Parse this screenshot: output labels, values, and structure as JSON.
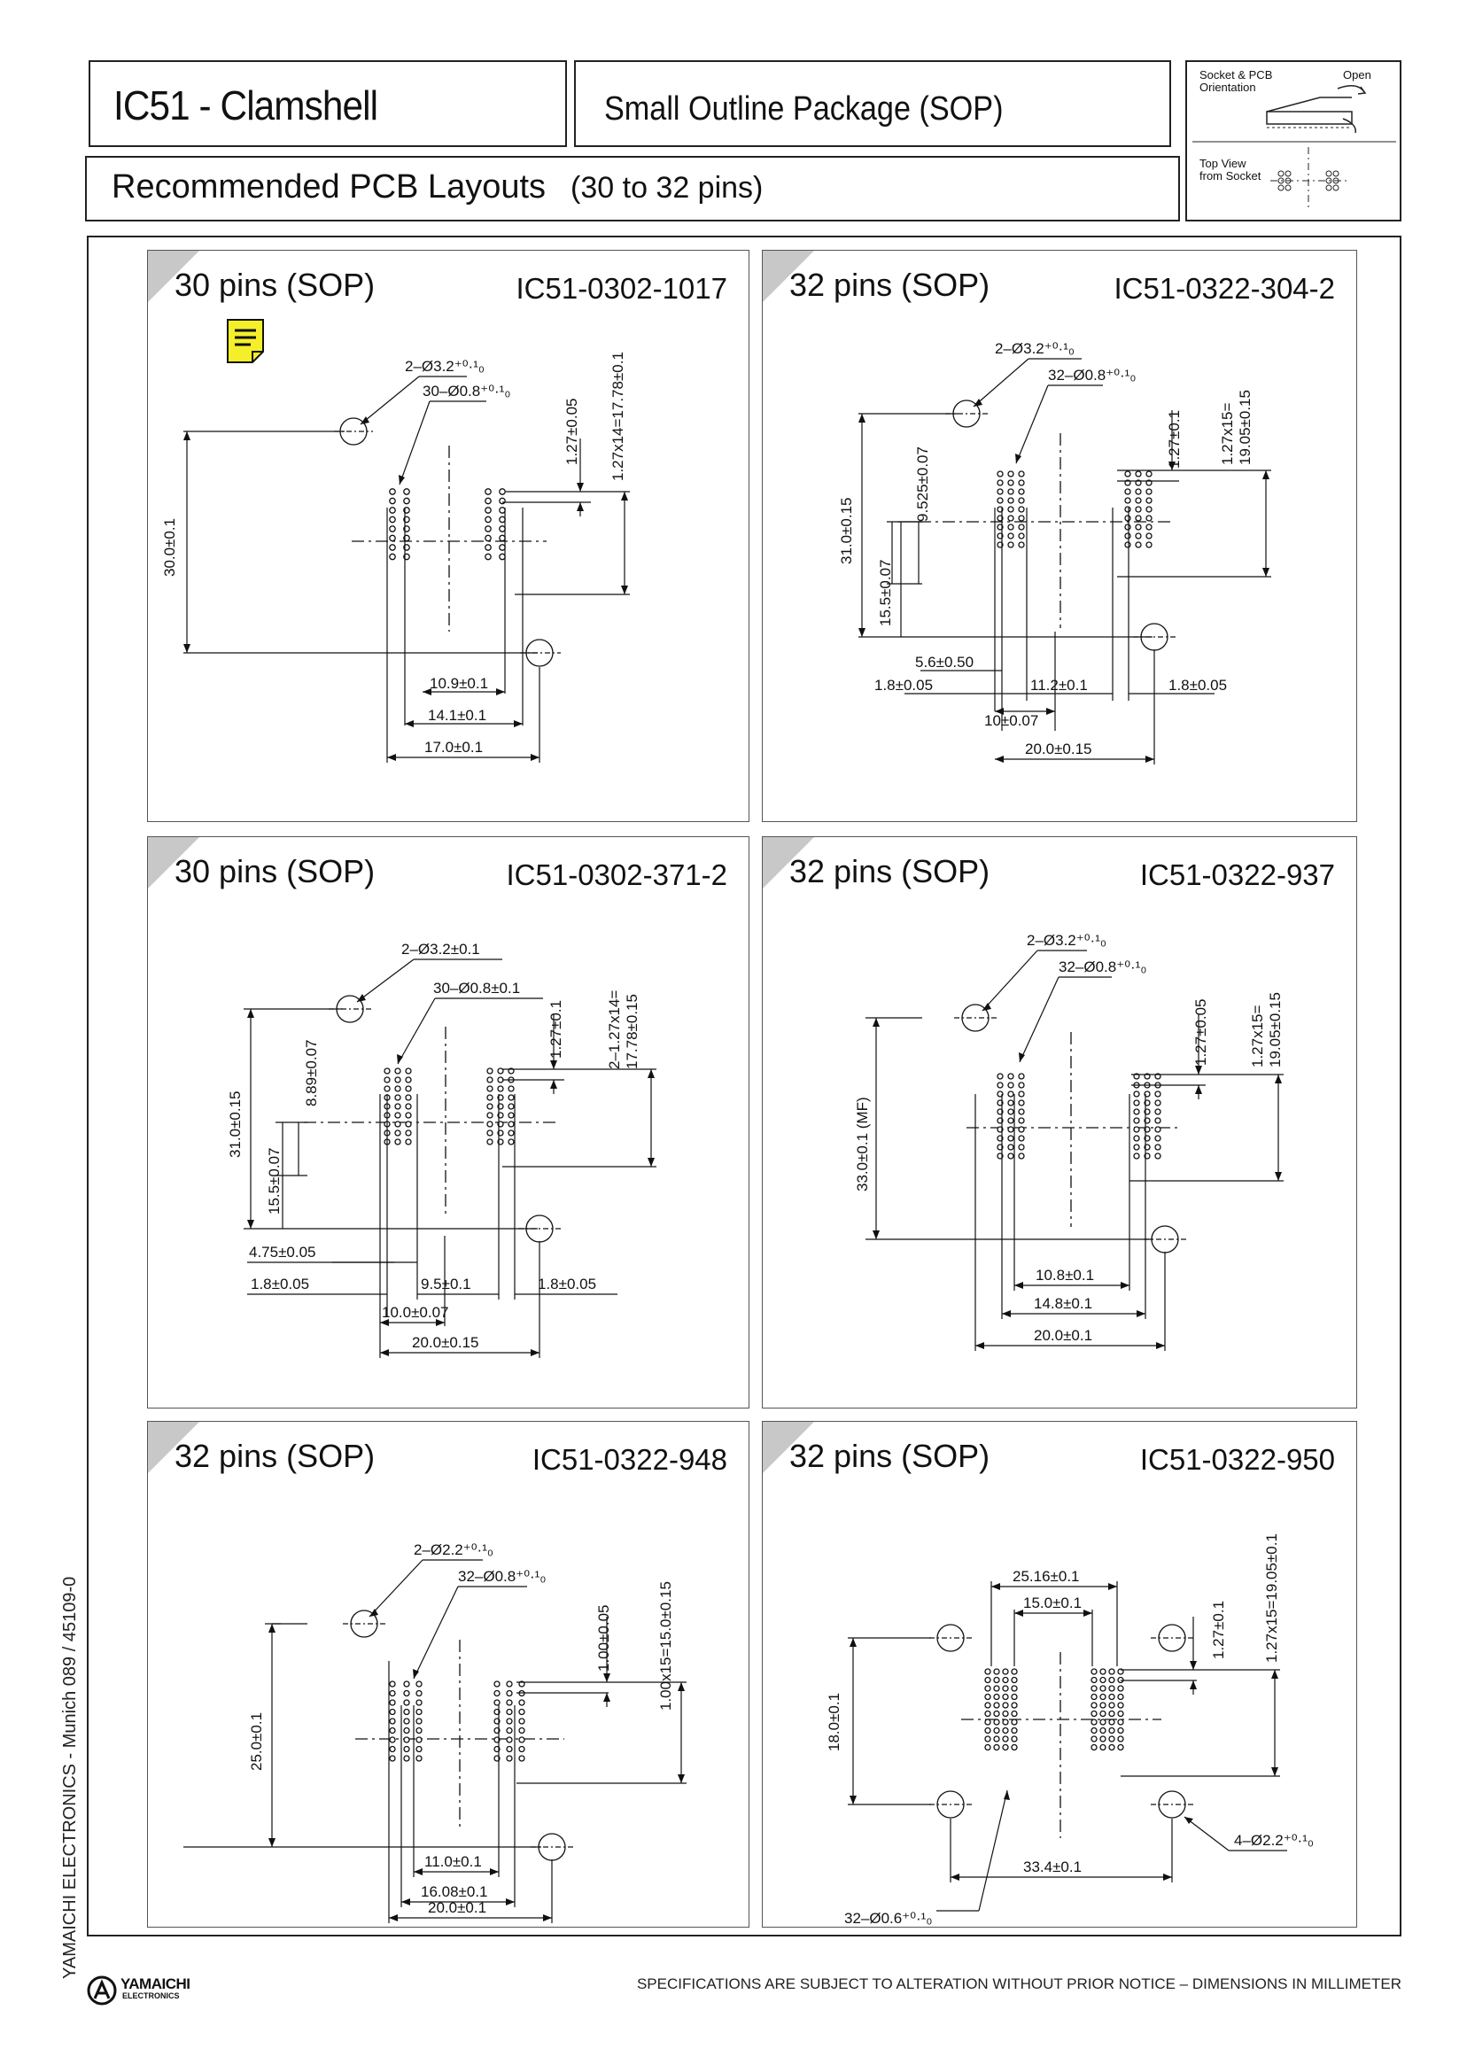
{
  "header": {
    "title": "IC51 - Clamshell",
    "package": "Small Outline Package (SOP)",
    "subtitle": "Recommended PCB Layouts",
    "pin_range": "(30 to 32 pins)"
  },
  "orientation": {
    "label": "Socket & PCB Orientation",
    "open_label": "Open",
    "top_view_label": "Top View from Socket"
  },
  "panels": [
    {
      "pins": "30 pins (SOP)",
      "part": "IC51-0302-1017",
      "dims": [
        "2–Ø3.2⁺⁰·¹₀",
        "30–Ø0.8⁺⁰·¹₀",
        "1.27±0.05",
        "1.27x14=17.78±0.1",
        "30.0±0.1",
        "10.9±0.1",
        "14.1±0.1",
        "17.0±0.1"
      ]
    },
    {
      "pins": "32 pins (SOP)",
      "part": "IC51-0322-304-2",
      "dims": [
        "2–Ø3.2⁺⁰·¹₀",
        "32–Ø0.8⁺⁰·¹₀",
        "1.27±0.1",
        "1.27x15=",
        "19.05±0.15",
        "9.525±0.07",
        "31.0±0.15",
        "15.5±0.07",
        "5.6±0.50",
        "1.8±0.05",
        "11.2±0.1",
        "1.8±0.05",
        "10±0.07",
        "20.0±0.15"
      ]
    },
    {
      "pins": "30 pins (SOP)",
      "part": "IC51-0302-371-2",
      "dims": [
        "2–Ø3.2±0.1",
        "30–Ø0.8±0.1",
        "1.27±0.1",
        "2–1.27x14=",
        "17.78±0.15",
        "8.89±0.07",
        "31.0±0.15",
        "15.5±0.07",
        "4.75±0.05",
        "1.8±0.05",
        "9.5±0.1",
        "1.8±0.05",
        "10.0±0.07",
        "20.0±0.15"
      ]
    },
    {
      "pins": "32 pins (SOP)",
      "part": "IC51-0322-937",
      "dims": [
        "2–Ø3.2⁺⁰·¹₀",
        "32–Ø0.8⁺⁰·¹₀",
        "1.27±0.05",
        "1.27x15=",
        "19.05±0.15",
        "33.0±0.1 (MF)",
        "10.8±0.1",
        "14.8±0.1",
        "20.0±0.1"
      ]
    },
    {
      "pins": "32 pins (SOP)",
      "part": "IC51-0322-948",
      "dims": [
        "2–Ø2.2⁺⁰·¹₀",
        "32–Ø0.8⁺⁰·¹₀",
        "1.00±0.05",
        "1.00x15=15.0±0.15",
        "25.0±0.1",
        "11.0±0.1",
        "16.08±0.1",
        "20.0±0.1"
      ]
    },
    {
      "pins": "32 pins (SOP)",
      "part": "IC51-0322-950",
      "dims": [
        "25.16±0.1",
        "15.0±0.1",
        "1.27±0.1",
        "1.27x15=19.05±0.1",
        "18.0±0.1",
        "4–Ø2.2⁺⁰·¹₀",
        "33.4±0.1",
        "32–Ø0.6⁺⁰·¹₀"
      ]
    }
  ],
  "side_text": "YAMAICHI ELECTRONICS  -  Munich 089 / 45109-0",
  "footer": "SPECIFICATIONS ARE SUBJECT TO ALTERATION WITHOUT PRIOR NOTICE  –  DIMENSIONS IN MILLIMETER",
  "logo": {
    "name": "YAMAICHI",
    "sub": "ELECTRONICS"
  },
  "icons": [
    "note-icon",
    "logo-icon"
  ]
}
